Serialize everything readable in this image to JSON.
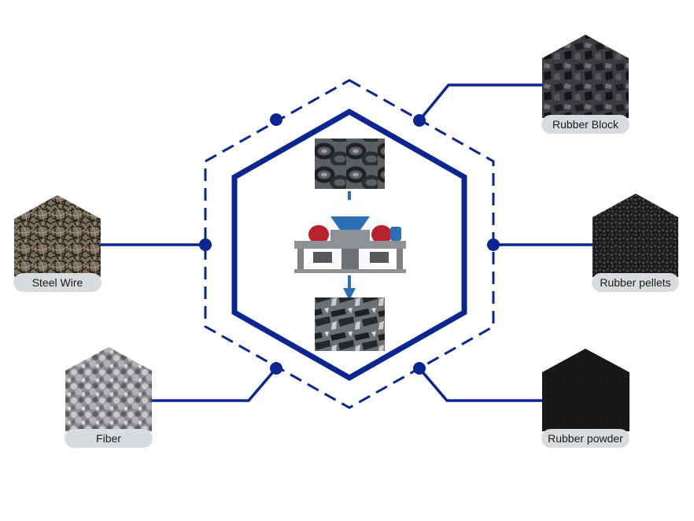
{
  "colors": {
    "line": "#0b2591",
    "label_bg": "#d9dcdf",
    "tire_dark": "#2c2f33",
    "shredder_red": "#b8242e",
    "shredder_blue": "#2d6fb7",
    "frame_gray": "#8e9296"
  },
  "center": {
    "input_image": "scrap-tires",
    "machine_image": "double-shaft-shredder",
    "output_image": "shredded-tire-pieces"
  },
  "products": [
    {
      "key": "rubber-block",
      "label": "Rubber Block",
      "texture": "rubber-chunks"
    },
    {
      "key": "steel-wire",
      "label": "Steel Wire",
      "texture": "steel-wire"
    },
    {
      "key": "rubber-pellets",
      "label": "Rubber pellets",
      "texture": "rubber-granules"
    },
    {
      "key": "fiber",
      "label": "Fiber",
      "texture": "fiber-fluff"
    },
    {
      "key": "rubber-powder",
      "label": "Rubber powder",
      "texture": "rubber-powder"
    }
  ]
}
